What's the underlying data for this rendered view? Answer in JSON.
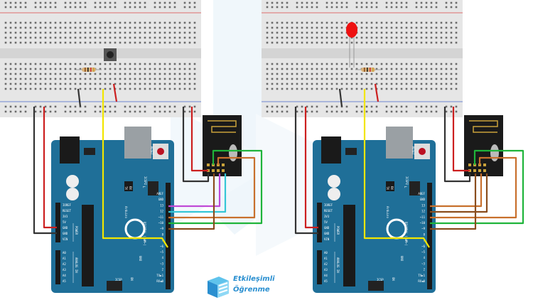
{
  "logo": {
    "line1": "Etkileşimli",
    "line2": "Öğrenme",
    "color": "#2a8fd0"
  },
  "board": {
    "name": "UNO",
    "brand": "Arduino",
    "reset_label": "RESET",
    "icsp_label": "ICSP",
    "icsp2_label": "ICSP2",
    "digital_label": "DIGITAL (PWM~)",
    "power_label": "POWER",
    "analog_label": "ANALOG IN",
    "on_label": "ON",
    "power_pins": [
      "IOREF",
      "RESET",
      "3V3",
      "5V",
      "GND",
      "GND",
      "VIN"
    ],
    "analog_pins": [
      "A0",
      "A1",
      "A2",
      "A3",
      "A4",
      "A5"
    ],
    "digital_pins": [
      "AREF",
      "GND",
      "13",
      "12",
      "~11",
      "~10",
      "~9",
      "8",
      "7",
      "~6",
      "~5",
      "4",
      "~3",
      "2",
      "TX▶1",
      "RX◀0"
    ],
    "tx": "TX",
    "rx": "RX",
    "l": "L"
  },
  "components": {
    "left": [
      "push-button",
      "resistor",
      "nrf24l01"
    ],
    "right": [
      "red-led",
      "resistor",
      "nrf24l01"
    ]
  },
  "colors": {
    "board": "#1f6f98",
    "breadboard": "#e6e6e6",
    "wire_yellow": "#f2e600",
    "wire_red": "#cc1f1f",
    "wire_black": "#333333",
    "wire_magenta": "#c04ad6",
    "wire_cyan": "#35c6d6",
    "wire_orange": "#c8702c",
    "wire_green": "#1fb43a",
    "wire_brown": "#8a4d1d"
  }
}
